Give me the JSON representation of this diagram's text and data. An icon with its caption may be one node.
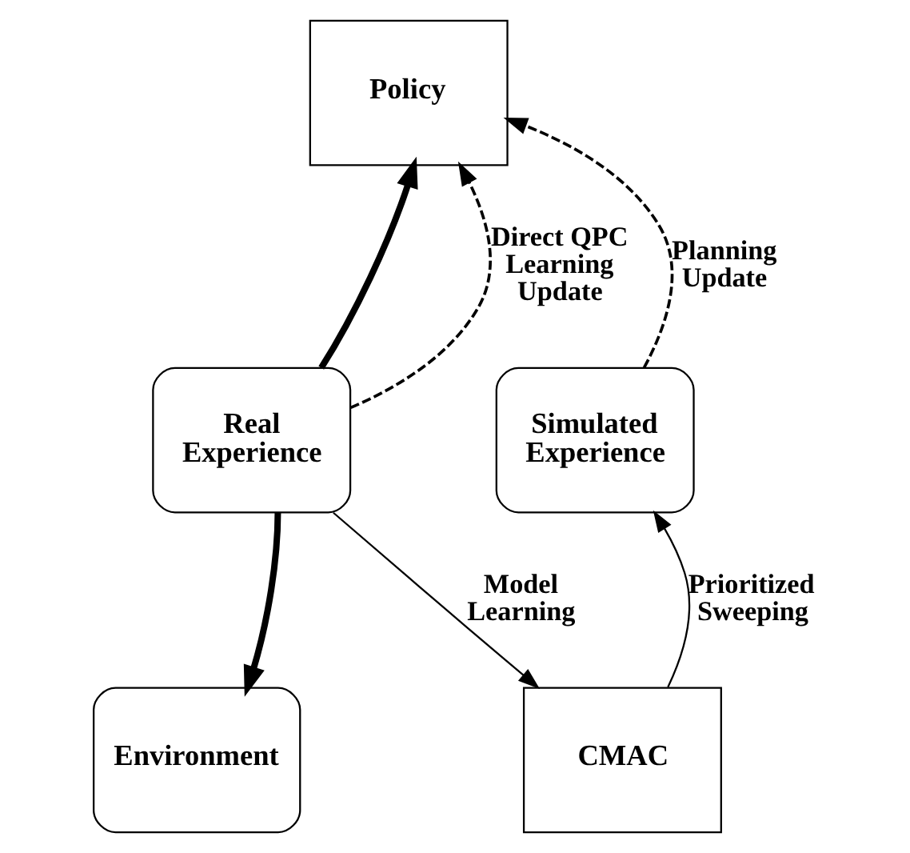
{
  "diagram": {
    "nodes": [
      {
        "text": [
          "Policy"
        ]
      },
      {
        "text": [
          "Real Experience"
        ]
      },
      {
        "text": [
          "Simulated Experience"
        ]
      },
      {
        "text": [
          "Environment"
        ]
      },
      {
        "text": [
          "CMAC"
        ]
      }
    ],
    "edges": [
      {
        "from": 1,
        "to": 0,
        "arrow": "to",
        "style": "thick"
      },
      {
        "from": 1,
        "to": 3,
        "arrow": "to",
        "style": "thick"
      },
      {
        "from": 1,
        "to": 0,
        "arrow": "to",
        "style": "dashed",
        "label": "Direct QPC Learning Update"
      },
      {
        "from": 2,
        "to": 0,
        "arrow": "to",
        "style": "dashed",
        "label": "Planning Update"
      },
      {
        "from": 1,
        "to": 4,
        "arrow": "to",
        "label": "Model Learning"
      },
      {
        "from": 4,
        "to": 2,
        "arrow": "to",
        "label": "Prioritized Sweeping"
      }
    ]
  }
}
